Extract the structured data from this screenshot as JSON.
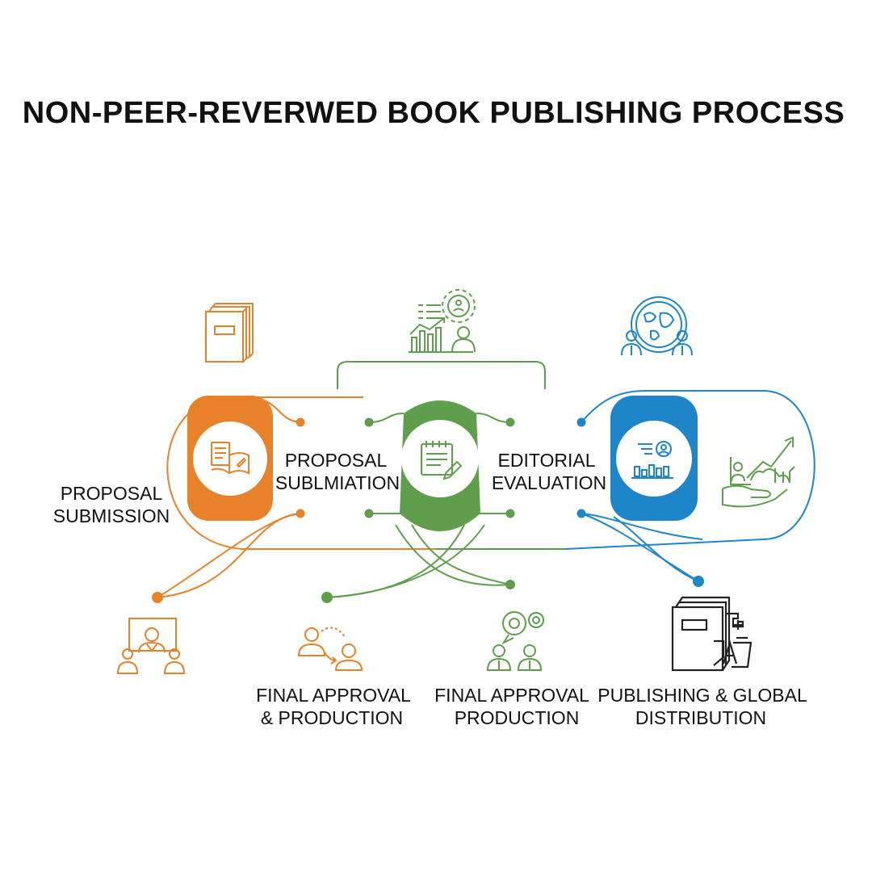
{
  "title": "NON-PEER-REVERWED BOOK PUBLISHING PROCESS",
  "labels": {
    "proposal_submission_1": "PROPOSAL",
    "proposal_submission_2": "SUBMISSION",
    "proposal_sublmiation_1": "PROPOSAL",
    "proposal_sublmiation_2": "SUBLMIATION",
    "editorial_evaluation_1": "EDITORIAL",
    "editorial_evaluation_2": "EVALUATION",
    "final_approval_production_a_1": "FINAL APPROVAL",
    "final_approval_production_a_2": "& PRODUCTION",
    "final_approval_production_b_1": "FINAL APPROVAL",
    "final_approval_production_b_2": "PRODUCTION",
    "publishing_distribution_1": "PUBLISHING & GLOBAL",
    "publishing_distribution_2": "DISTRIBUTION"
  },
  "colors": {
    "orange": "#E8822A",
    "green": "#5E9E4C",
    "blue": "#1E86C8",
    "dark": "#222222"
  },
  "icons": {
    "top_left": "book-stack-icon",
    "top_center": "analytics-gear-person-icon",
    "top_right": "globe-people-icon",
    "stage1": "document-book-icon",
    "stage2": "clipboard-pen-icon",
    "stage3": "chart-person-icon",
    "right_side": "growth-hand-icon",
    "bottom_1": "presenter-audience-icon",
    "bottom_2": "people-exchange-icon",
    "bottom_3": "people-discussion-icon",
    "bottom_4": "book-translate-icon"
  }
}
